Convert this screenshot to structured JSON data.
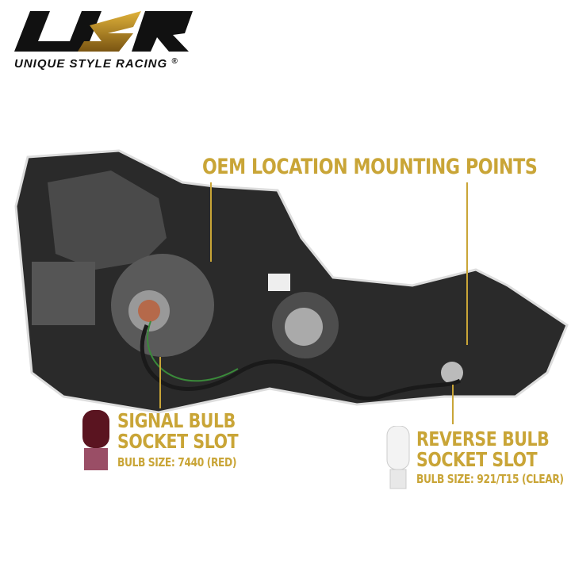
{
  "brand": {
    "logo_mark": "USR",
    "logo_text": "UNIQUE STYLE RACING",
    "registered": "®"
  },
  "callouts": {
    "oem": "OEM LOCATION MOUNTING POINTS",
    "signal_line1": "SIGNAL BULB",
    "signal_line2": "SOCKET SLOT",
    "signal_size": "BULB SIZE: 7440 (RED)",
    "reverse_line1": "REVERSE BULB",
    "reverse_line2": "SOCKET SLOT",
    "reverse_size": "BULB SIZE: 921/T15 (CLEAR)"
  },
  "colors": {
    "accent_gold": "#c9a537",
    "housing": "#2a2a2a"
  }
}
